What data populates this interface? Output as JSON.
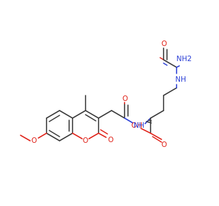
{
  "atoms": [
    {
      "id": "carbamoyl_N",
      "text": "NH2",
      "element": "N"
    },
    {
      "id": "carbamoyl_O",
      "text": "O",
      "element": "O"
    },
    {
      "id": "urea_NH",
      "text": "NH",
      "element": "N"
    },
    {
      "id": "acid_OH",
      "text": "OH",
      "element": "O"
    },
    {
      "id": "acid_O",
      "text": "O",
      "element": "O"
    },
    {
      "id": "amide_NH",
      "text": "NH",
      "element": "N"
    },
    {
      "id": "amide_O",
      "text": "O",
      "element": "O"
    },
    {
      "id": "ring_O",
      "text": "O",
      "element": "O"
    },
    {
      "id": "lactone_O",
      "text": "O",
      "element": "O"
    },
    {
      "id": "methoxy_O",
      "text": "O",
      "element": "O"
    }
  ],
  "colors": {
    "bond": "#3a3a3a",
    "oxygen": "#e0241b",
    "nitrogen": "#2b3fd6",
    "background": "#ffffff"
  }
}
